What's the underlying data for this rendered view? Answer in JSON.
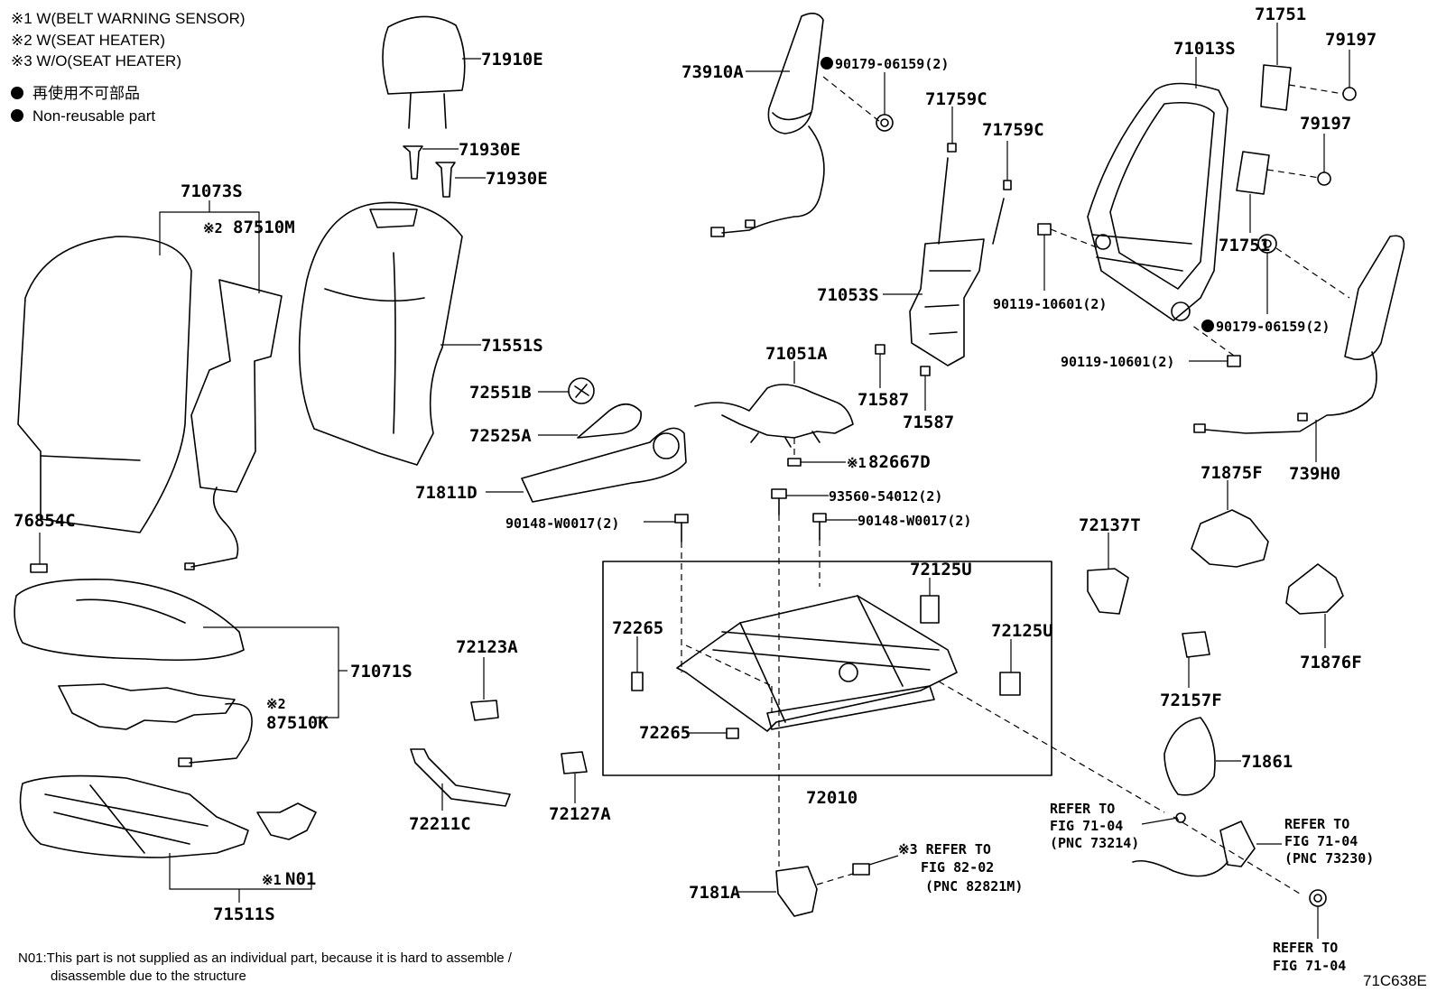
{
  "legend": {
    "notes": [
      "※1 W(BELT WARNING SENSOR)",
      "※2 W(SEAT HEATER)",
      "※3 W/O(SEAT HEATER)"
    ],
    "non_reusable_jp": "再使用不可部品",
    "non_reusable_en": "Non-reusable part"
  },
  "labels": {
    "p71910E": "71910E",
    "p71930E_a": "71930E",
    "p71930E_b": "71930E",
    "p71073S": "71073S",
    "p87510M_mark": "※2",
    "p87510M": "87510M",
    "p71551S": "71551S",
    "p73910A": "73910A",
    "p90179_a": "90179-06159(2)",
    "p71759C_a": "71759C",
    "p71759C_b": "71759C",
    "p71013S": "71013S",
    "p71751_a": "71751",
    "p79197_a": "79197",
    "p79197_b": "79197",
    "p71751_b": "71751",
    "p71053S": "71053S",
    "p90119_a": "90119-10601(2)",
    "p90179_b": "90179-06159(2)",
    "p90119_b": "90119-10601(2)",
    "p71051A": "71051A",
    "p72551B": "72551B",
    "p72525A": "72525A",
    "p71587_a": "71587",
    "p71587_b": "71587",
    "p71811D": "71811D",
    "p82667D_mark": "※1",
    "p82667D": "82667D",
    "p93560": "93560-54012(2)",
    "p90148_a": "90148-W0017(2)",
    "p90148_b": "90148-W0017(2)",
    "p76854C": "76854C",
    "p72137T": "72137T",
    "p71875F": "71875F",
    "p739H0": "739H0",
    "p72125U_a": "72125U",
    "p72125U_b": "72125U",
    "p72265_a": "72265",
    "p72265_b": "72265",
    "p72123A": "72123A",
    "p71071S": "71071S",
    "p87510K_mark": "※2",
    "p87510K": "87510K",
    "p71876F": "71876F",
    "p72157F": "72157F",
    "p71861": "71861",
    "p72010": "72010",
    "p72211C": "72211C",
    "p72127A": "72127A",
    "pN01_mark": "※1",
    "pN01": "N01",
    "p71511S": "71511S",
    "p7181A": "7181A"
  },
  "refs": {
    "ref1": [
      "REFER TO",
      "FIG 71-04",
      "(PNC 73214)"
    ],
    "ref2": [
      "REFER TO",
      "FIG 71-04",
      "(PNC 73230)"
    ],
    "ref3": [
      "※3 REFER TO",
      "FIG 82-02",
      "(PNC 82821M)"
    ],
    "ref4": [
      "REFER TO",
      "FIG 71-04"
    ]
  },
  "footnote": {
    "line1": "N01:This part is not supplied as an individual part, because it is hard to assemble /",
    "line2": "disassemble due to the structure"
  },
  "figure_code": "71C638E"
}
